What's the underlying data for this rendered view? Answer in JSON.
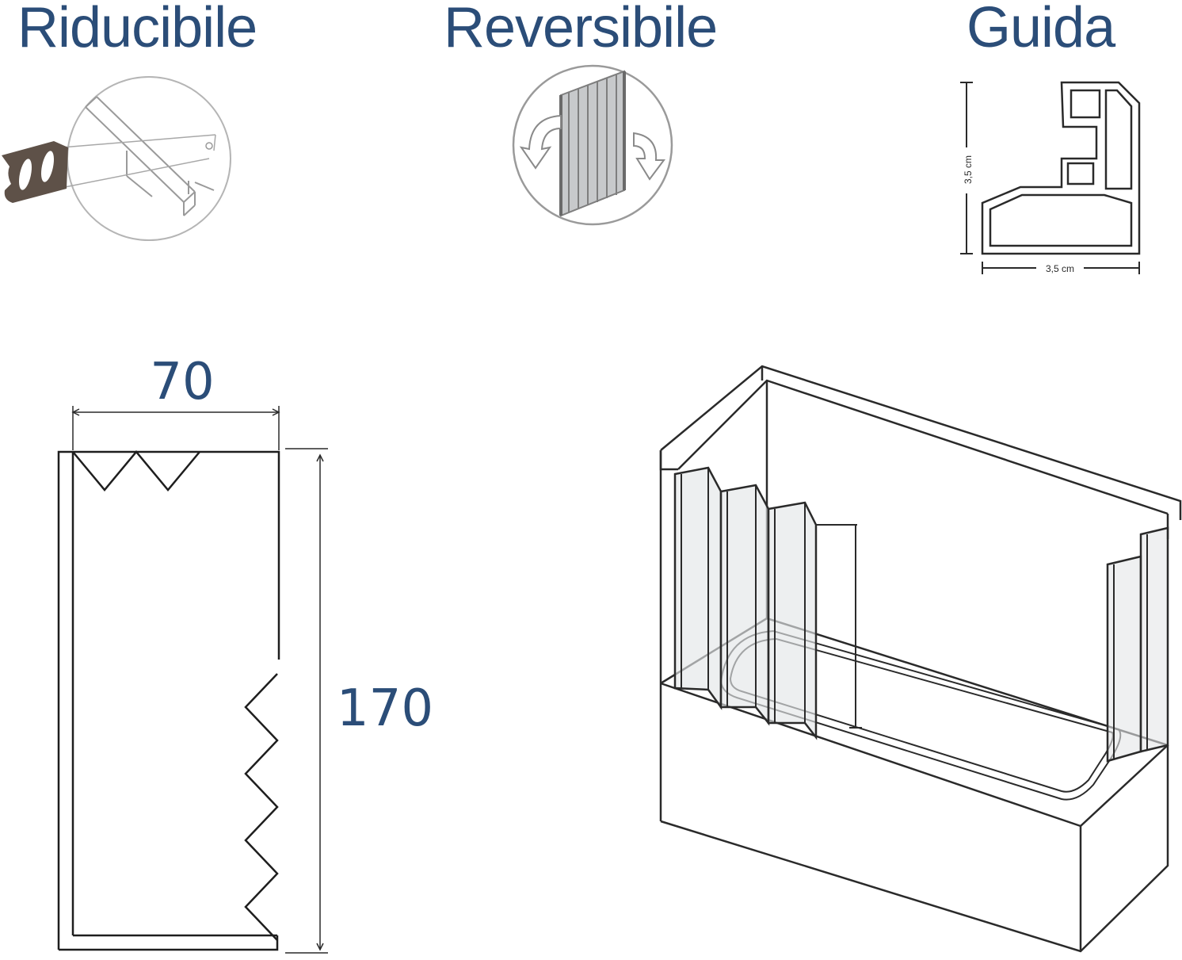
{
  "features": [
    {
      "title": "Riducibile",
      "icon": "saw-cutting-profile-icon"
    },
    {
      "title": "Reversibile",
      "icon": "reversible-door-icon"
    },
    {
      "title": "Guida",
      "icon": "guide-profile-section-icon"
    }
  ],
  "guide_profile": {
    "height_label": "3,5 cm",
    "width_label": "3,5 cm"
  },
  "panel_dimensions": {
    "width_label": "70",
    "height_label": "170"
  },
  "colors": {
    "title_blue": "#2b4d78",
    "line_dark": "#2a2a2a",
    "icon_grey": "#8a8a8a",
    "glass_fill": "#e4e6e8",
    "saw_handle": "#5e5148"
  }
}
